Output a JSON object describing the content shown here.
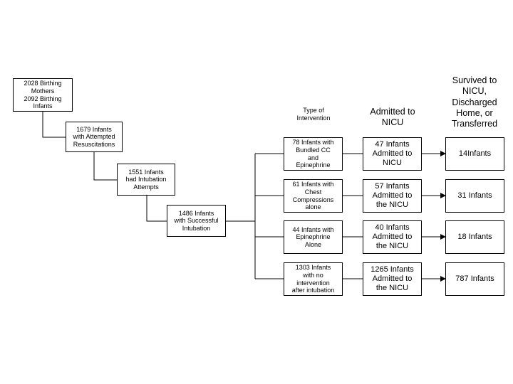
{
  "headers": {
    "type_of_intervention": "Type of\nIntervention",
    "admitted_to_nicu": "Admitted to\nNICU",
    "survived": "Survived to\nNICU,\nDischarged\nHome, or\nTransferred"
  },
  "cascade": {
    "birthing": "2028 Birthing\nMothers\n2092 Birthing\nInfants",
    "attempted_resuscitations": "1679 Infants\nwith Attempted\nResuscitations",
    "intubation_attempts": "1551 Infants\nhad Intubation\nAttempts",
    "successful_intubation": "1486 Infants\nwith Successful\nIntubation"
  },
  "branches": [
    {
      "intervention": "78 Infants with\nBundled CC\nand\nEpinephrine",
      "admitted": "47 Infants\nAdmitted to\nNICU",
      "survived": "14Infants"
    },
    {
      "intervention": "61 Infants with\nChest\nCompressions\nalone",
      "admitted": "57 Infants\nAdmitted to\nthe NICU",
      "survived": "31 Infants"
    },
    {
      "intervention": "44 Infants with\nEpinephrine\nAlone",
      "admitted": "40 Infants\nAdmitted to\nthe NICU",
      "survived": "18 Infants"
    },
    {
      "intervention": "1303 Infants\nwith no\nintervention\nafter intubation",
      "admitted": "1265 Infants\nAdmitted to\nthe NICU",
      "survived": "787 Infants"
    }
  ]
}
